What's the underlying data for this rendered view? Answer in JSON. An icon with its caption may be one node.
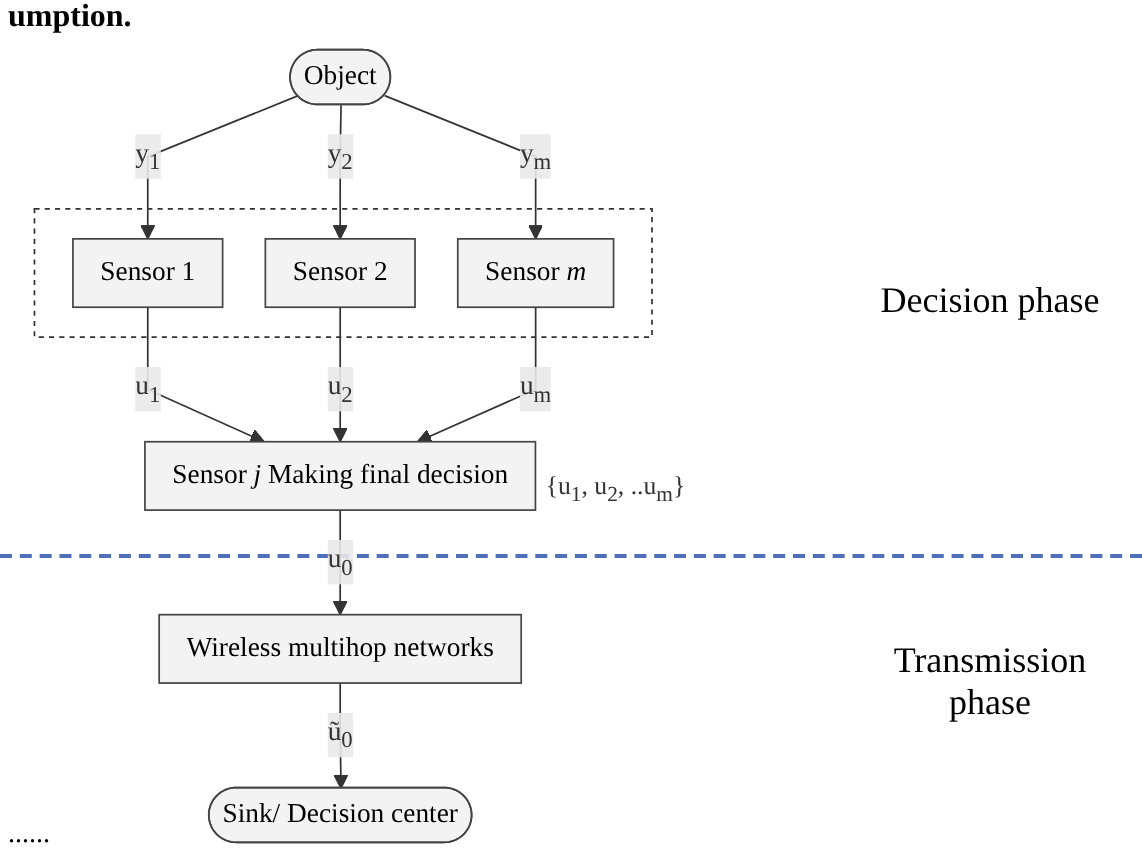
{
  "diagram": {
    "nodes": [
      {
        "text": [
          "Object"
        ]
      },
      {
        "text": [],
        "shape": "box"
      },
      {
        "text": [
          "Sensor 1"
        ],
        "in": 1
      },
      {
        "text": [
          "Sensor 2"
        ],
        "in": 1
      },
      {
        "text": [
          "Sensor *m*"
        ],
        "in": 1
      },
      {
        "text": [
          "Sensor *j* Making final decision"
        ],
        "beside": [
          "{u$_{1}$, u$_{2}$, ..u$_{m}$}"
        ]
      },
      {
        "text": [
          "Wireless multihop networks"
        ]
      },
      {
        "text": [
          "Sink/ Decision center"
        ]
      }
    ],
    "edges": [
      {
        "from": 0,
        "to": 2,
        "arrow": "to",
        "label": "y$_{1}$"
      },
      {
        "from": 0,
        "to": 3,
        "arrow": "to",
        "label": "y$_{2}$"
      },
      {
        "from": 0,
        "to": 4,
        "arrow": "to",
        "label": "y$_{m}$"
      },
      {
        "from": 2,
        "to": 5,
        "arrow": "to",
        "label": "u$_{1}$"
      },
      {
        "from": 3,
        "to": 5,
        "arrow": "to",
        "label": "u$_{2}$"
      },
      {
        "from": 4,
        "to": 5,
        "arrow": "to",
        "label": "u$_{m}$"
      },
      {
        "from": 5,
        "to": 6,
        "arrow": "to",
        "label": "u$_{0}$"
      },
      {
        "from": 6,
        "to": 7,
        "arrow": "to",
        "label": "ũ$_{0}$"
      }
    ],
    "labels": [
      "umption.",
      "......",
      "Decision phase",
      "Transmission phase"
    ]
  }
}
